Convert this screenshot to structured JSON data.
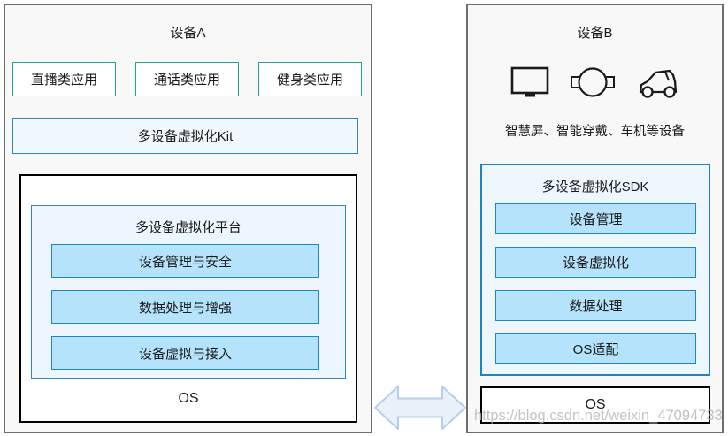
{
  "device_a": {
    "title": "设备A",
    "apps": [
      {
        "label": "直播类应用"
      },
      {
        "label": "通话类应用"
      },
      {
        "label": "健身类应用"
      }
    ],
    "kit_label": "多设备虚拟化Kit",
    "platform": {
      "title": "多设备虚拟化平台",
      "modules": [
        {
          "label": "设备管理与安全"
        },
        {
          "label": "数据处理与增强"
        },
        {
          "label": "设备虚拟与接入"
        }
      ]
    },
    "os_label": "OS"
  },
  "device_b": {
    "title": "设备B",
    "icons": [
      {
        "name": "smart-screen-icon"
      },
      {
        "name": "wearable-icon"
      },
      {
        "name": "car-icon"
      }
    ],
    "caption": "智慧屏、智能穿戴、车机等设备",
    "sdk": {
      "title": "多设备虚拟化SDK",
      "modules": [
        {
          "label": "设备管理"
        },
        {
          "label": "设备虚拟化"
        },
        {
          "label": "数据处理"
        },
        {
          "label": "OS适配"
        }
      ]
    },
    "os_label": "OS"
  },
  "connector": {
    "type": "bidirectional-arrow"
  },
  "watermark": {
    "text": "https://blog.csdn.net/weixin_47094733"
  },
  "colors": {
    "panel_background": "#f8f8f8",
    "panel_border": "#6e6e6e",
    "app_box_border": "#21a48b",
    "kit_box_background": "#f2f9fe",
    "blue_border": "#2e86c4",
    "platform_background": "#edf6fe",
    "module_background": "#b5e3fc",
    "module_border": "#1f86c8",
    "os_border": "#000000",
    "arrow_fill": "#e9f1fb",
    "arrow_border": "#b6cfeb"
  }
}
